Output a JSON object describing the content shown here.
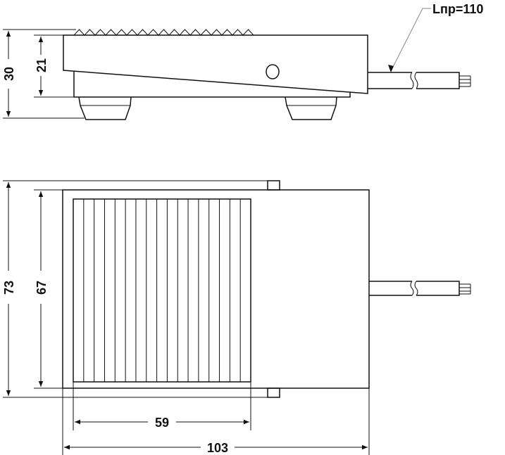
{
  "side_view": {
    "dim_total_height": "30",
    "dim_body_height": "21",
    "cable_label": "Lпр=110"
  },
  "top_view": {
    "dim_total_depth": "73",
    "dim_body_depth": "67",
    "dim_pedal_width": "59",
    "dim_total_width": "103"
  },
  "stripe_count": 17
}
